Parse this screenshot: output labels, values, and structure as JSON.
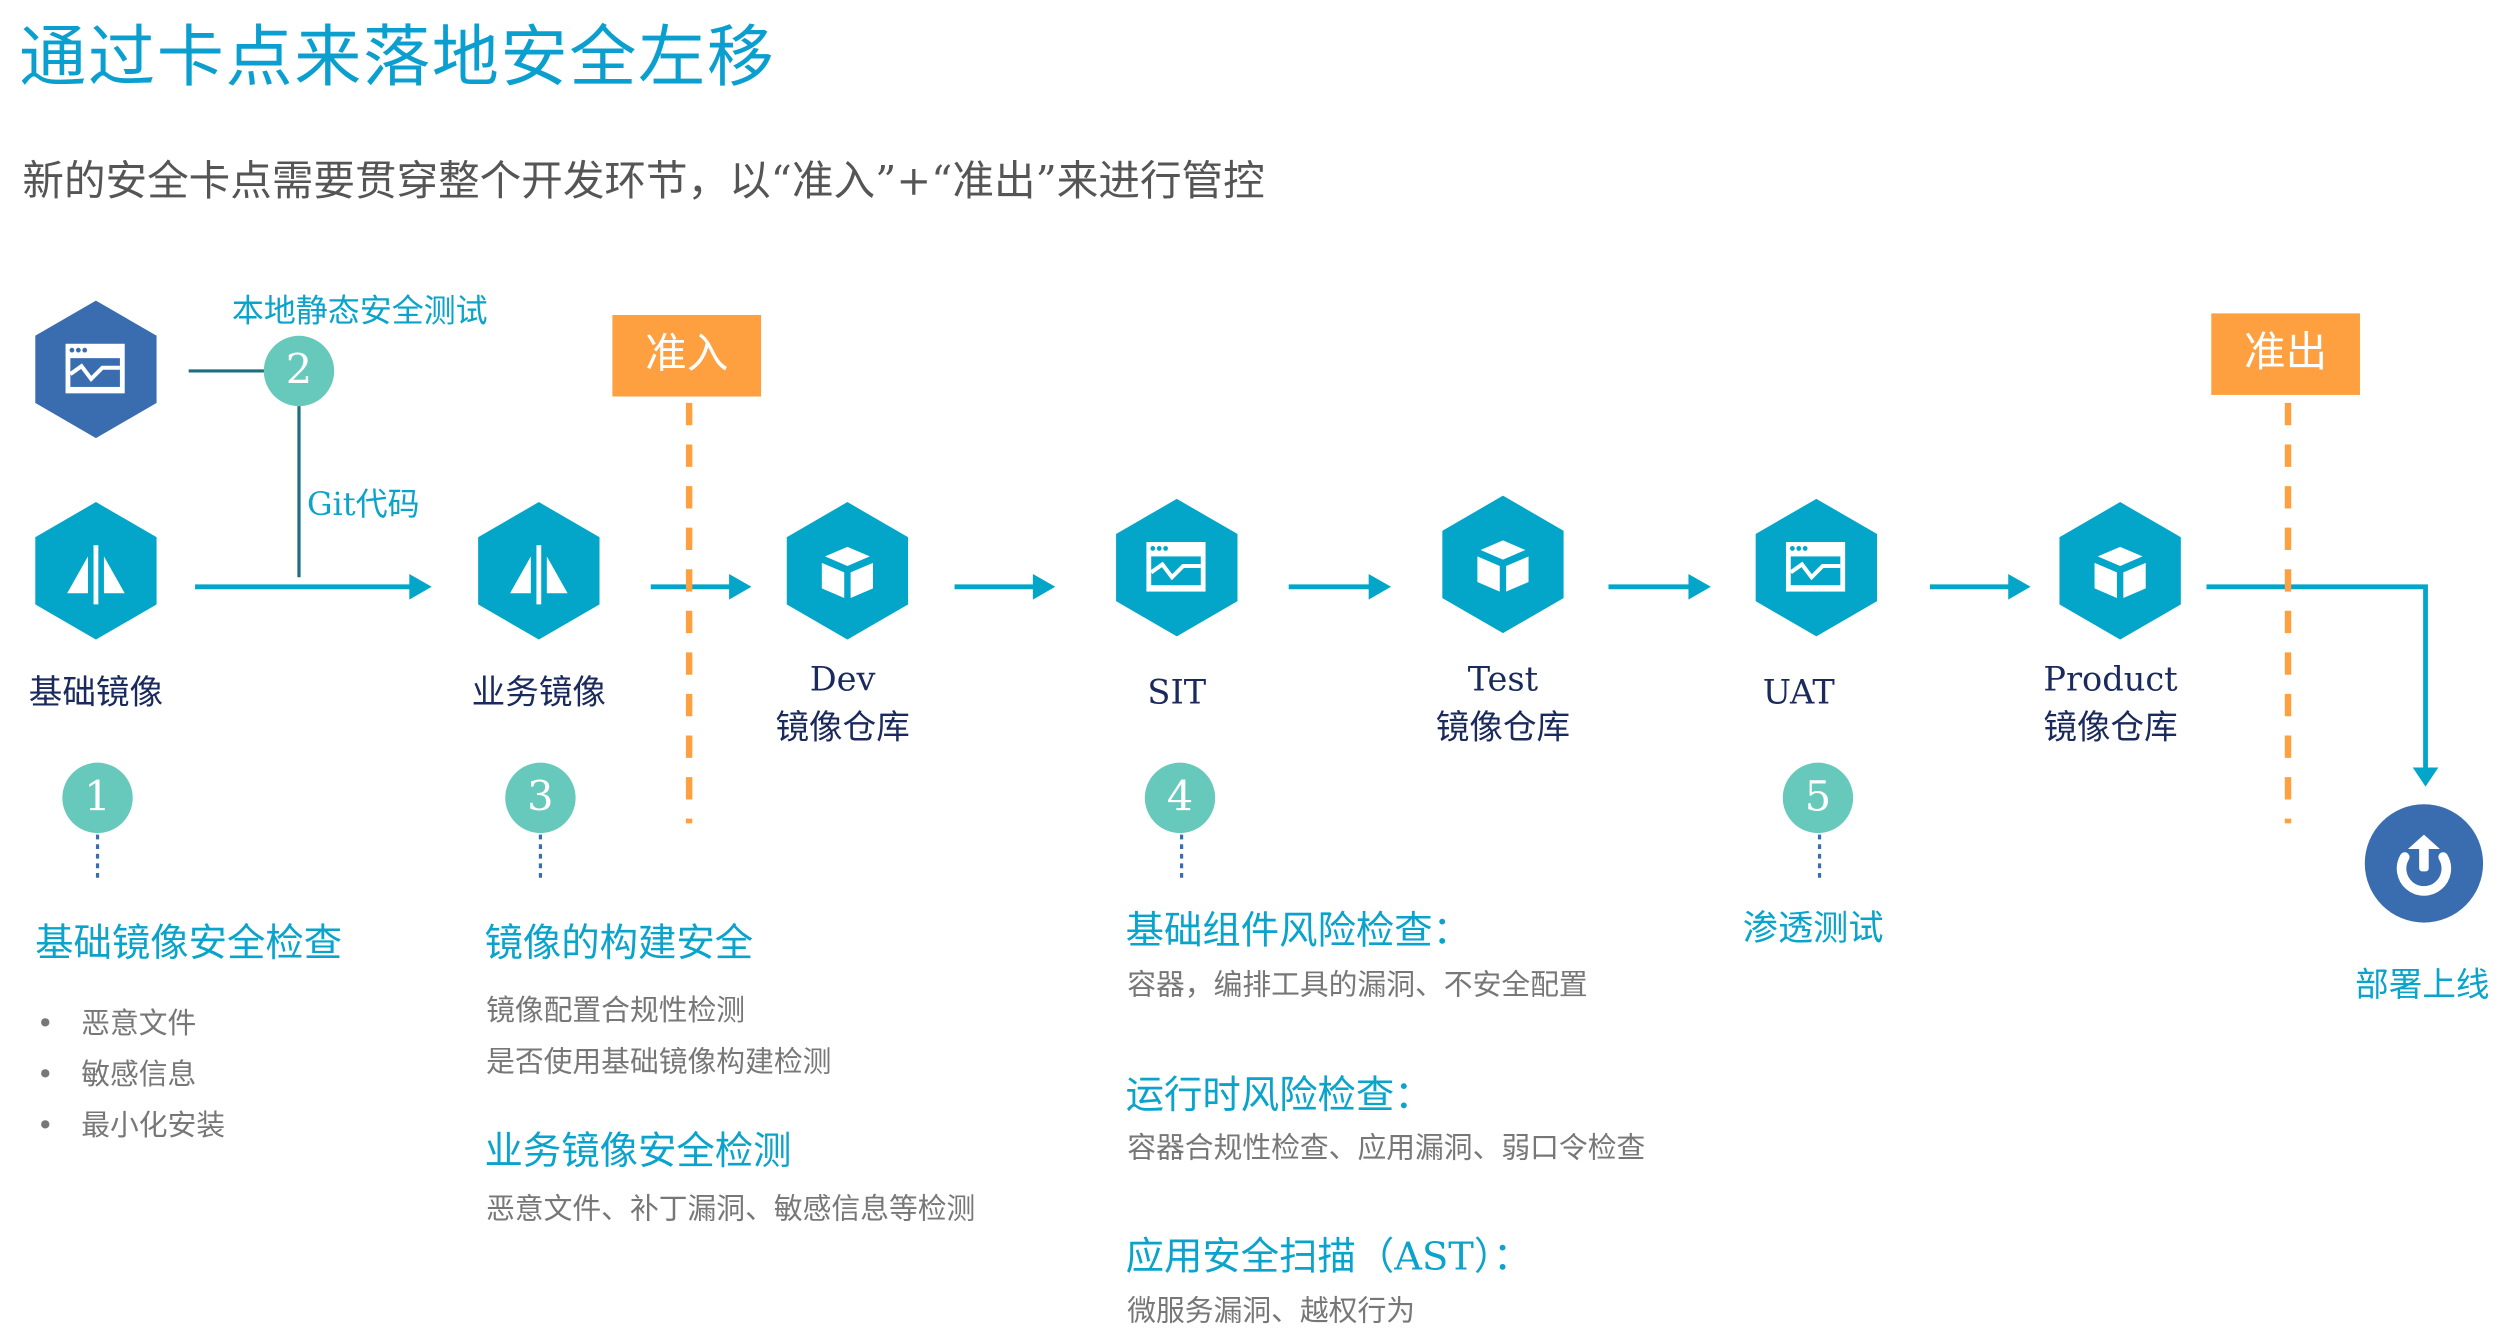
{
  "title": "通过卡点来落地安全左移",
  "subtitle": "新的安全卡点需要贯穿整个开发环节，以“准入”+“准出”来进行管控",
  "colors": {
    "title": "#0b9fd0",
    "hex": "#03a6c9",
    "hex_dark": "#3a6db0",
    "step": "#66c9bb",
    "gate": "#ffa040"
  },
  "local_test": {
    "label": "本地静态安全测试",
    "step": "2",
    "git_label": "Git代码",
    "icon": "window-chart-icon"
  },
  "nodes": [
    {
      "label": "基础镜像",
      "sub": "",
      "icon": "mirror-icon"
    },
    {
      "label": "业务镜像",
      "sub": "",
      "icon": "mirror-icon"
    },
    {
      "label": "Dev",
      "sub": "镜像仓库",
      "icon": "box-icon"
    },
    {
      "label": "SIT",
      "sub": "",
      "icon": "window-chart-icon"
    },
    {
      "label": "Test",
      "sub": "镜像仓库",
      "icon": "box-icon"
    },
    {
      "label": "UAT",
      "sub": "",
      "icon": "window-chart-icon"
    },
    {
      "label": "Product",
      "sub": "镜像仓库",
      "icon": "box-icon"
    }
  ],
  "gates": {
    "in": "准入",
    "out": "准出"
  },
  "deploy": {
    "label": "部署上线",
    "icon": "deploy-icon"
  },
  "steps": [
    "1",
    "3",
    "4",
    "5"
  ],
  "sections": {
    "s1": {
      "title": "基础镜像安全检查",
      "bullets": [
        "恶意文件",
        "敏感信息",
        "最小化安装"
      ]
    },
    "s3": {
      "title": "镜像的构建安全",
      "lines": [
        "镜像配置合规性检测",
        "是否使用基础镜像构建检测"
      ],
      "title2": "业务镜像安全检测",
      "lines2": [
        "恶意文件、补丁漏洞、敏感信息等检测"
      ]
    },
    "s4": [
      {
        "title": "基础组件风险检查：",
        "desc": "容器，编排工具的漏洞、不安全配置"
      },
      {
        "title": "运行时风险检查：",
        "desc": "容器合规性检查、应用漏洞、弱口令检查"
      },
      {
        "title": "应用安全扫描（AST）：",
        "desc": "微服务漏洞、越权行为"
      }
    ],
    "s5": {
      "title": "渗透测试"
    }
  }
}
